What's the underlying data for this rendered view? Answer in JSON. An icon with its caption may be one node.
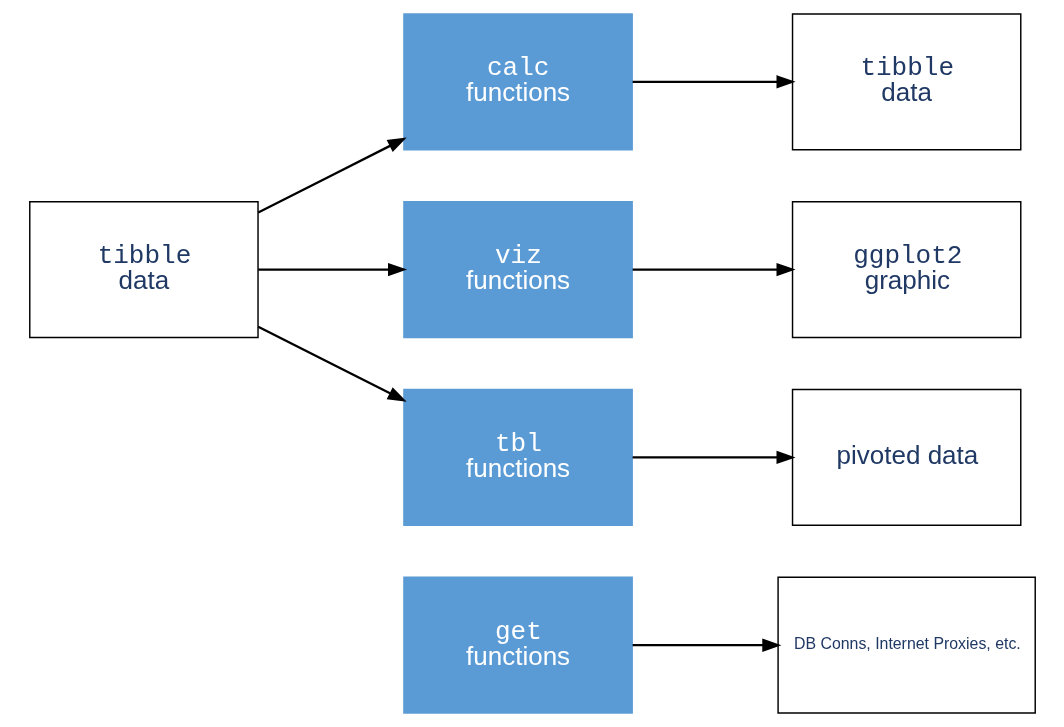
{
  "diagram": {
    "nodes": [
      {
        "text": [
          "tibble",
          "data"
        ]
      },
      {
        "text": [
          "calc",
          "functions"
        ]
      },
      {
        "text": [
          "tibble",
          "data"
        ]
      },
      {
        "text": [
          "viz",
          "functions"
        ]
      },
      {
        "text": [
          "ggplot2",
          "graphic"
        ]
      },
      {
        "text": [
          "tbl",
          "functions"
        ]
      },
      {
        "text": [
          "pivoted data"
        ]
      },
      {
        "text": [
          "get",
          "functions"
        ]
      },
      {
        "text": [
          "DB Conns, Internet Proxies, etc."
        ]
      }
    ],
    "edges": [
      {
        "from": 0,
        "to": 1,
        "arrow": "to"
      },
      {
        "from": 0,
        "to": 3,
        "arrow": "to"
      },
      {
        "from": 0,
        "to": 5,
        "arrow": "to"
      },
      {
        "from": 1,
        "to": 2,
        "arrow": "to"
      },
      {
        "from": 3,
        "to": 4,
        "arrow": "to"
      },
      {
        "from": 5,
        "to": 6,
        "arrow": "to"
      },
      {
        "from": 7,
        "to": 8,
        "arrow": "to"
      }
    ]
  }
}
